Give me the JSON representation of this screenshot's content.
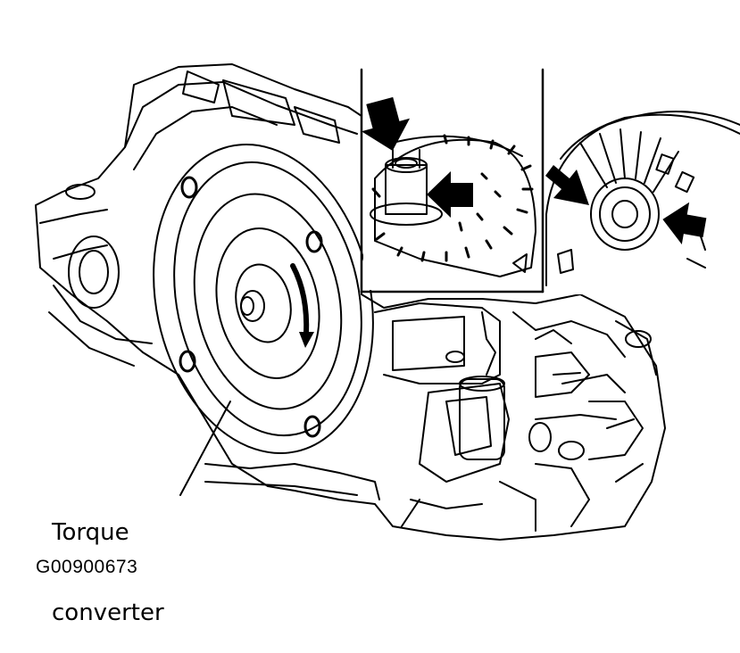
{
  "callout": {
    "line1": "Torque",
    "line2": "converter"
  },
  "figure_id": "G00900673",
  "colors": {
    "ink": "#000000",
    "paper": "#ffffff",
    "shade": "#2a2a2a"
  },
  "icons": [
    "arrow-icon"
  ]
}
